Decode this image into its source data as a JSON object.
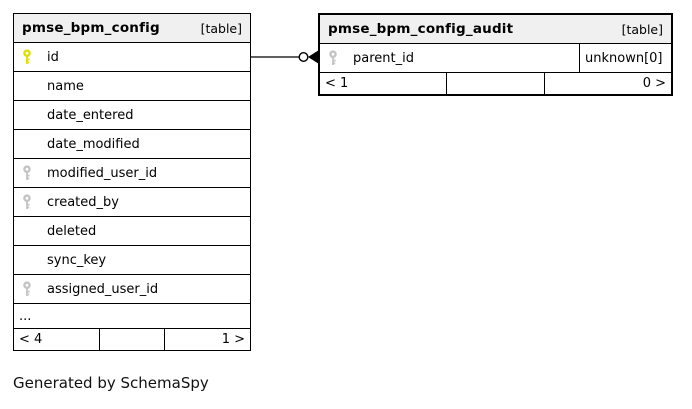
{
  "diagram": {
    "caption": "Generated by SchemaSpy",
    "colors": {
      "header_bg": "#f0f0f0",
      "border": "#000000",
      "primary_key": "#dfdf00",
      "foreign_key": "#c4c4c4"
    },
    "tables": [
      {
        "name": "pmse_bpm_config",
        "type_label": "[table]",
        "columns": [
          {
            "name": "id",
            "key": "primary"
          },
          {
            "name": "name",
            "key": "none"
          },
          {
            "name": "date_entered",
            "key": "none"
          },
          {
            "name": "date_modified",
            "key": "none"
          },
          {
            "name": "modified_user_id",
            "key": "foreign"
          },
          {
            "name": "created_by",
            "key": "foreign"
          },
          {
            "name": "deleted",
            "key": "none"
          },
          {
            "name": "sync_key",
            "key": "none"
          },
          {
            "name": "assigned_user_id",
            "key": "foreign"
          }
        ],
        "ellipsis": "...",
        "footer": {
          "left": "< 4",
          "middle": "",
          "right": "1 >"
        }
      },
      {
        "name": "pmse_bpm_config_audit",
        "type_label": "[table]",
        "columns": [
          {
            "name": "parent_id",
            "key": "foreign",
            "annotation": "unknown[0]"
          }
        ],
        "footer": {
          "left": "< 1",
          "middle": "",
          "right": "0 >"
        }
      }
    ],
    "relationship": {
      "from_table": "pmse_bpm_config",
      "from_column": "id",
      "to_table": "pmse_bpm_config_audit",
      "to_column": "parent_id",
      "cardinality": "one-to-many"
    }
  }
}
